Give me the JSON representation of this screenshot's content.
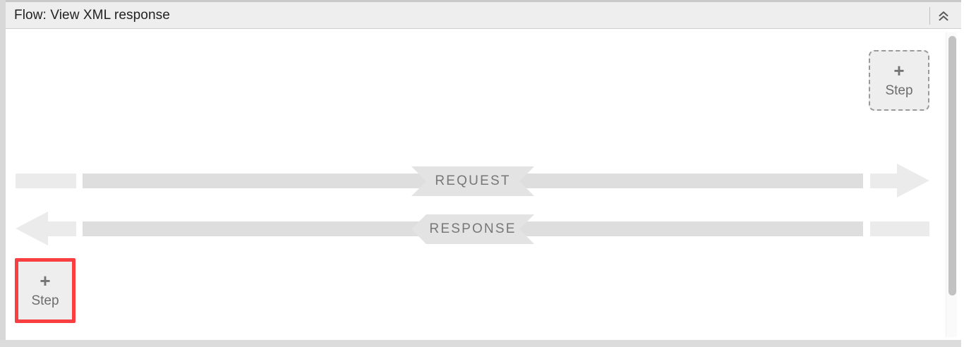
{
  "window": {
    "title": "Flow: View XML response",
    "collapse_icon": "double-chevron-up-icon"
  },
  "flow": {
    "request": {
      "label": "REQUEST",
      "direction": "right"
    },
    "response": {
      "label": "RESPONSE",
      "direction": "left"
    }
  },
  "steps": {
    "top_right": {
      "plus": "+",
      "label": "Step",
      "style": "dashed",
      "selected": false
    },
    "bottom_left": {
      "plus": "+",
      "label": "Step",
      "style": "solid-highlight",
      "selected": true
    }
  },
  "colors": {
    "header_background": "#eeeeee",
    "bar_dark": "#dedede",
    "bar_light": "#ebebeb",
    "banner": "#e3e3e3",
    "banner_text": "#777777",
    "highlight": "#f93f3f",
    "step_background": "#eeeeee",
    "step_dashed_border": "#9a9a9a",
    "scrollbar_thumb": "#c2c2c2",
    "frame": "#d8d8d8"
  }
}
